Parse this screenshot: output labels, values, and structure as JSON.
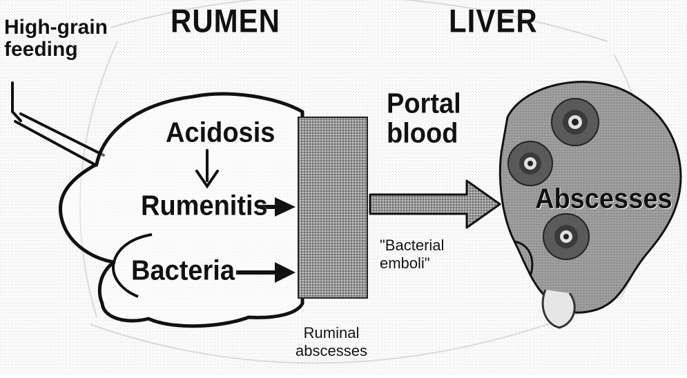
{
  "diagram": {
    "headings": {
      "rumen": "RUMEN",
      "liver": "LIVER"
    },
    "labels": {
      "feeding_line1": "High-grain",
      "feeding_line2": "feeding",
      "acidosis": "Acidosis",
      "rumenitis": "Rumenitis",
      "bacteria": "Bacteria",
      "portal_blood_line1": "Portal",
      "portal_blood_line2": "blood",
      "bacterial_emboli_line1": "\"Bacterial",
      "bacterial_emboli_line2": "emboli\"",
      "ruminal_abscesses_line1": "Ruminal",
      "ruminal_abscesses_line2": "abscesses",
      "abscesses": "Abscesses"
    },
    "colors": {
      "ink": "#111111",
      "rumen_wall": "#bdbdbd",
      "liver_fill": "#8a8a8a",
      "abscess_ring": "#4a4a4a",
      "abscess_core": "#d9d9d9"
    }
  }
}
